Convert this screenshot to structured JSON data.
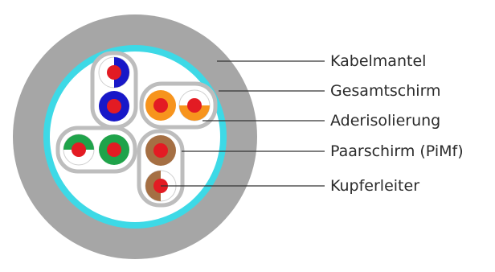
{
  "labels": {
    "jacket": "Kabelmantel",
    "overall_shield": "Gesamtschirm",
    "conductor_insulation": "Aderisolierung",
    "pair_shield": "Paarschirm (PiMf)",
    "copper_conductor": "Kupferleiter"
  },
  "colors": {
    "jacket": "#a6a6a6",
    "overall_shield": "#3dd9e6",
    "pair_foil": "#bdbdbd",
    "copper": "#e31b23",
    "pair_blue": "#1818c8",
    "pair_orange": "#f7941d",
    "pair_green": "#1fa34a",
    "pair_brown": "#a56f43",
    "leader_line": "#333333"
  }
}
